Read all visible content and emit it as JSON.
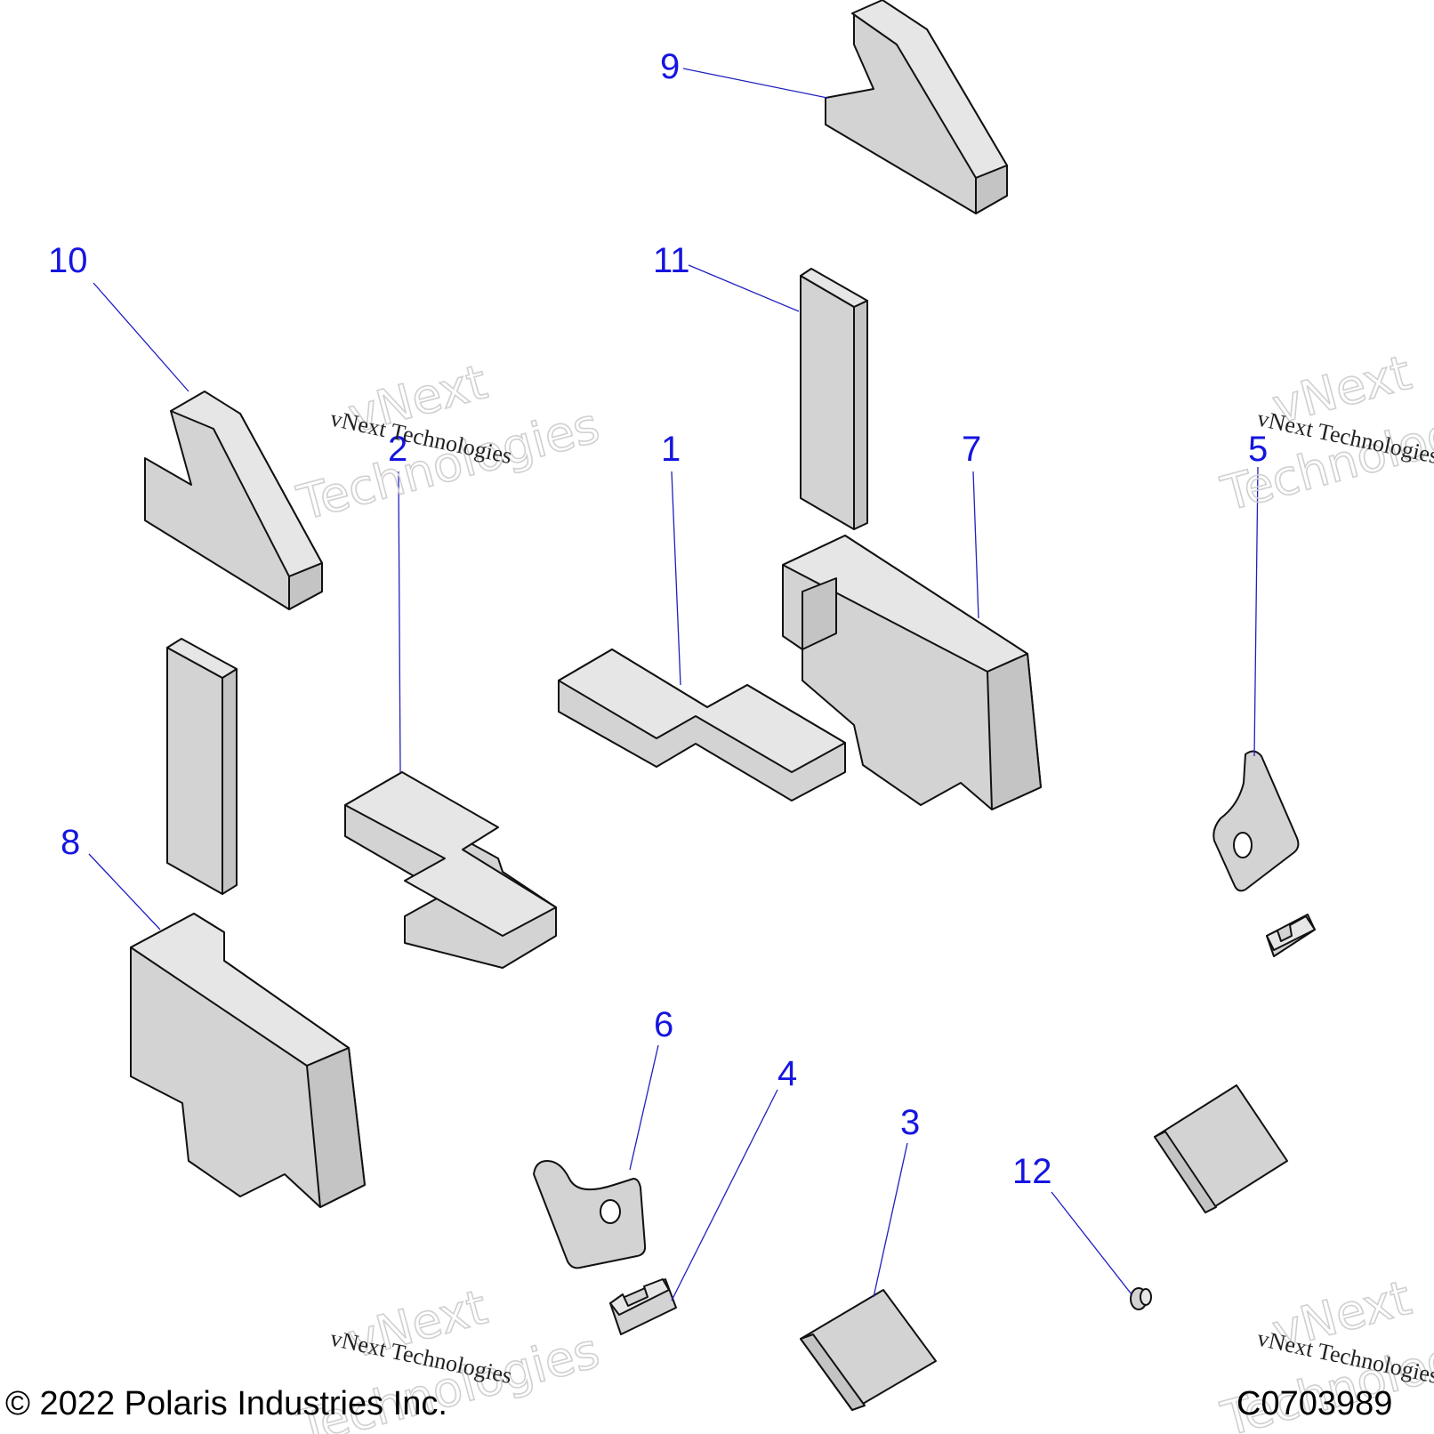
{
  "callouts": {
    "c1": "1",
    "c2": "2",
    "c3": "3",
    "c4": "4",
    "c5": "5",
    "c6": "6",
    "c7": "7",
    "c8": "8",
    "c9": "9",
    "c10": "10",
    "c11": "11",
    "c12": "12"
  },
  "watermark": {
    "line1": "vNext",
    "line2": "Technologies",
    "small": "vNext Technologies"
  },
  "footer": {
    "copyright": "© 2022 Polaris Industries Inc.",
    "figure_code": "C0703989"
  },
  "colors": {
    "callout": "#1515e0",
    "leader": "#2020c0",
    "part_fill": "#d3d3d3",
    "outline": "#111111"
  }
}
